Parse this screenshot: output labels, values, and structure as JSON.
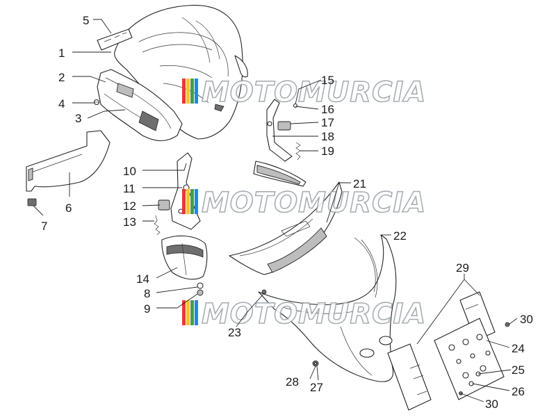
{
  "watermark": {
    "text": "MOTOMURCIA",
    "stripe_colors": [
      "#e53935",
      "#fbc02d",
      "#43a047",
      "#1e88e5"
    ]
  },
  "callouts": [
    {
      "id": "c1",
      "text": "1"
    },
    {
      "id": "c2",
      "text": "2"
    },
    {
      "id": "c3",
      "text": "3"
    },
    {
      "id": "c4",
      "text": "4"
    },
    {
      "id": "c5",
      "text": "5"
    },
    {
      "id": "c6",
      "text": "6"
    },
    {
      "id": "c7",
      "text": "7"
    },
    {
      "id": "c8",
      "text": "8"
    },
    {
      "id": "c9",
      "text": "9"
    },
    {
      "id": "c10",
      "text": "10"
    },
    {
      "id": "c11",
      "text": "11"
    },
    {
      "id": "c12",
      "text": "12"
    },
    {
      "id": "c13",
      "text": "13"
    },
    {
      "id": "c14",
      "text": "14"
    },
    {
      "id": "c15",
      "text": "15"
    },
    {
      "id": "c16",
      "text": "16"
    },
    {
      "id": "c17",
      "text": "17"
    },
    {
      "id": "c18",
      "text": "18"
    },
    {
      "id": "c19",
      "text": "19"
    },
    {
      "id": "c21",
      "text": "21"
    },
    {
      "id": "c22",
      "text": "22"
    },
    {
      "id": "c23",
      "text": "23"
    },
    {
      "id": "c24",
      "text": "24"
    },
    {
      "id": "c25",
      "text": "25"
    },
    {
      "id": "c26",
      "text": "26"
    },
    {
      "id": "c27",
      "text": "27"
    },
    {
      "id": "c28",
      "text": "28"
    },
    {
      "id": "c29",
      "text": "29"
    },
    {
      "id": "c30a",
      "text": "30"
    },
    {
      "id": "c30b",
      "text": "30"
    }
  ]
}
